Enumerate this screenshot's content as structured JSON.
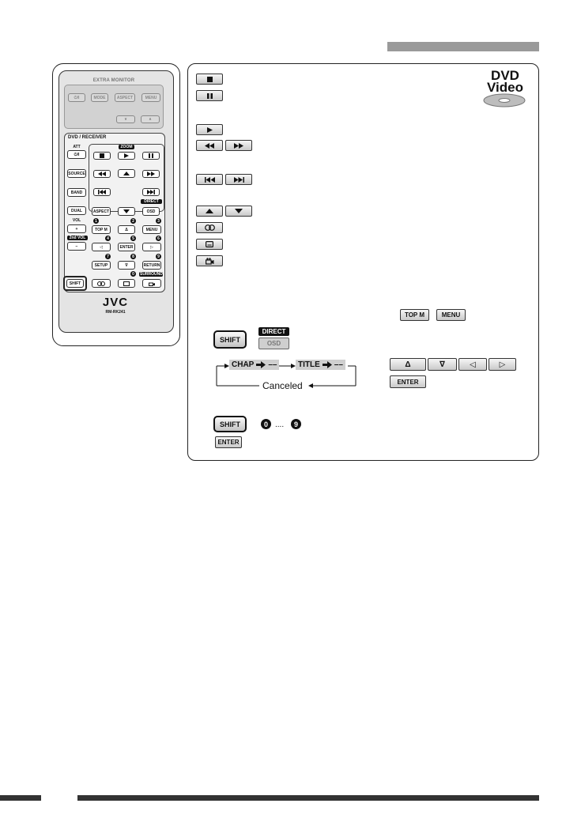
{
  "remote": {
    "extra_monitor_title": "EXTRA MONITOR",
    "em_buttons": [
      "⏻/I",
      "MODE",
      "ASPECT",
      "MENU"
    ],
    "em_arrows": [
      "∨",
      "∧"
    ],
    "dvd_receiver_title": "DVD / RECEIVER",
    "att": "ATT",
    "zoom": "ZOOM",
    "power": "⏻/I",
    "source": "SOURCE",
    "band": "BAND",
    "dual": "DUAL",
    "aspect": "ASPECT",
    "direct": "DIRECT",
    "osd": "OSD",
    "vol": "VOL",
    "plus": "+",
    "second_vol": "2nd VOL",
    "minus": "−",
    "top_m": "TOP M",
    "menu": "MENU",
    "enter": "ENTER",
    "setup": "SETUP",
    "return": "RETURN",
    "surround": "SURROUND",
    "shift": "SHIFT",
    "delta": "Δ",
    "nabla": "∇",
    "left_tri": "◁",
    "right_tri": "▷",
    "nums": [
      "1",
      "2",
      "3",
      "4",
      "5",
      "6",
      "7",
      "8",
      "9",
      "0"
    ],
    "brand": "JVC",
    "model": "RM-RK241"
  },
  "main": {
    "logo_line1": "DVD",
    "logo_line2": "Video",
    "direct_label": "DIRECT",
    "osd_label": "OSD",
    "shift_label": "SHIFT",
    "chap_label": "CHAP",
    "title_label": "TITLE",
    "dashes": "––",
    "canceled": "Canceled",
    "num_start": "0",
    "num_end": "9",
    "ellipsis": "....",
    "enter": "ENTER",
    "top_m": "TOP M",
    "menu": "MENU",
    "delta": "Δ",
    "nabla": "∇",
    "left_tri": "◁",
    "right_tri": "▷"
  }
}
